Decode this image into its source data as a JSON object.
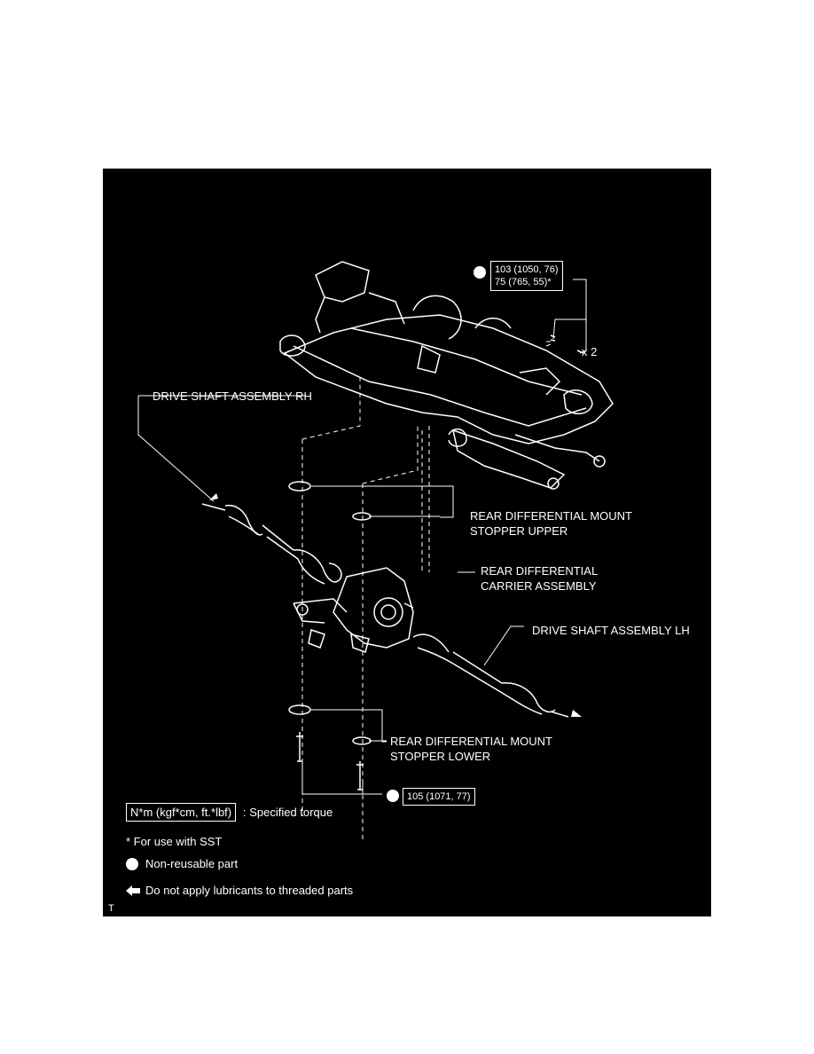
{
  "colors": {
    "panel_bg": "#000000",
    "ink": "#ffffff",
    "page_bg": "#ffffff"
  },
  "torques": {
    "upper_bolt": {
      "line1": "103 (1050, 76)",
      "line2": "75 (765, 55)*",
      "qty": "x 2"
    },
    "lower_bolt": {
      "value": "105 (1071, 77)"
    }
  },
  "labels": {
    "drive_shaft_rh": "DRIVE SHAFT ASSEMBLY RH",
    "drive_shaft_lh": "DRIVE SHAFT ASSEMBLY LH",
    "stopper_upper_l1": "REAR DIFFERENTIAL MOUNT",
    "stopper_upper_l2": "STOPPER UPPER",
    "carrier_l1": "REAR DIFFERENTIAL",
    "carrier_l2": "CARRIER ASSEMBLY",
    "stopper_lower_l1": "REAR DIFFERENTIAL MOUNT",
    "stopper_lower_l2": "STOPPER LOWER"
  },
  "legend": {
    "torque_unit": "N*m (kgf*cm, ft.*lbf)",
    "torque_desc": ": Specified torque",
    "sst_note": "* For use with SST",
    "non_reusable": "Non-reusable part",
    "no_lube": "Do not apply lubricants to threaded parts"
  },
  "corner_mark": "T"
}
